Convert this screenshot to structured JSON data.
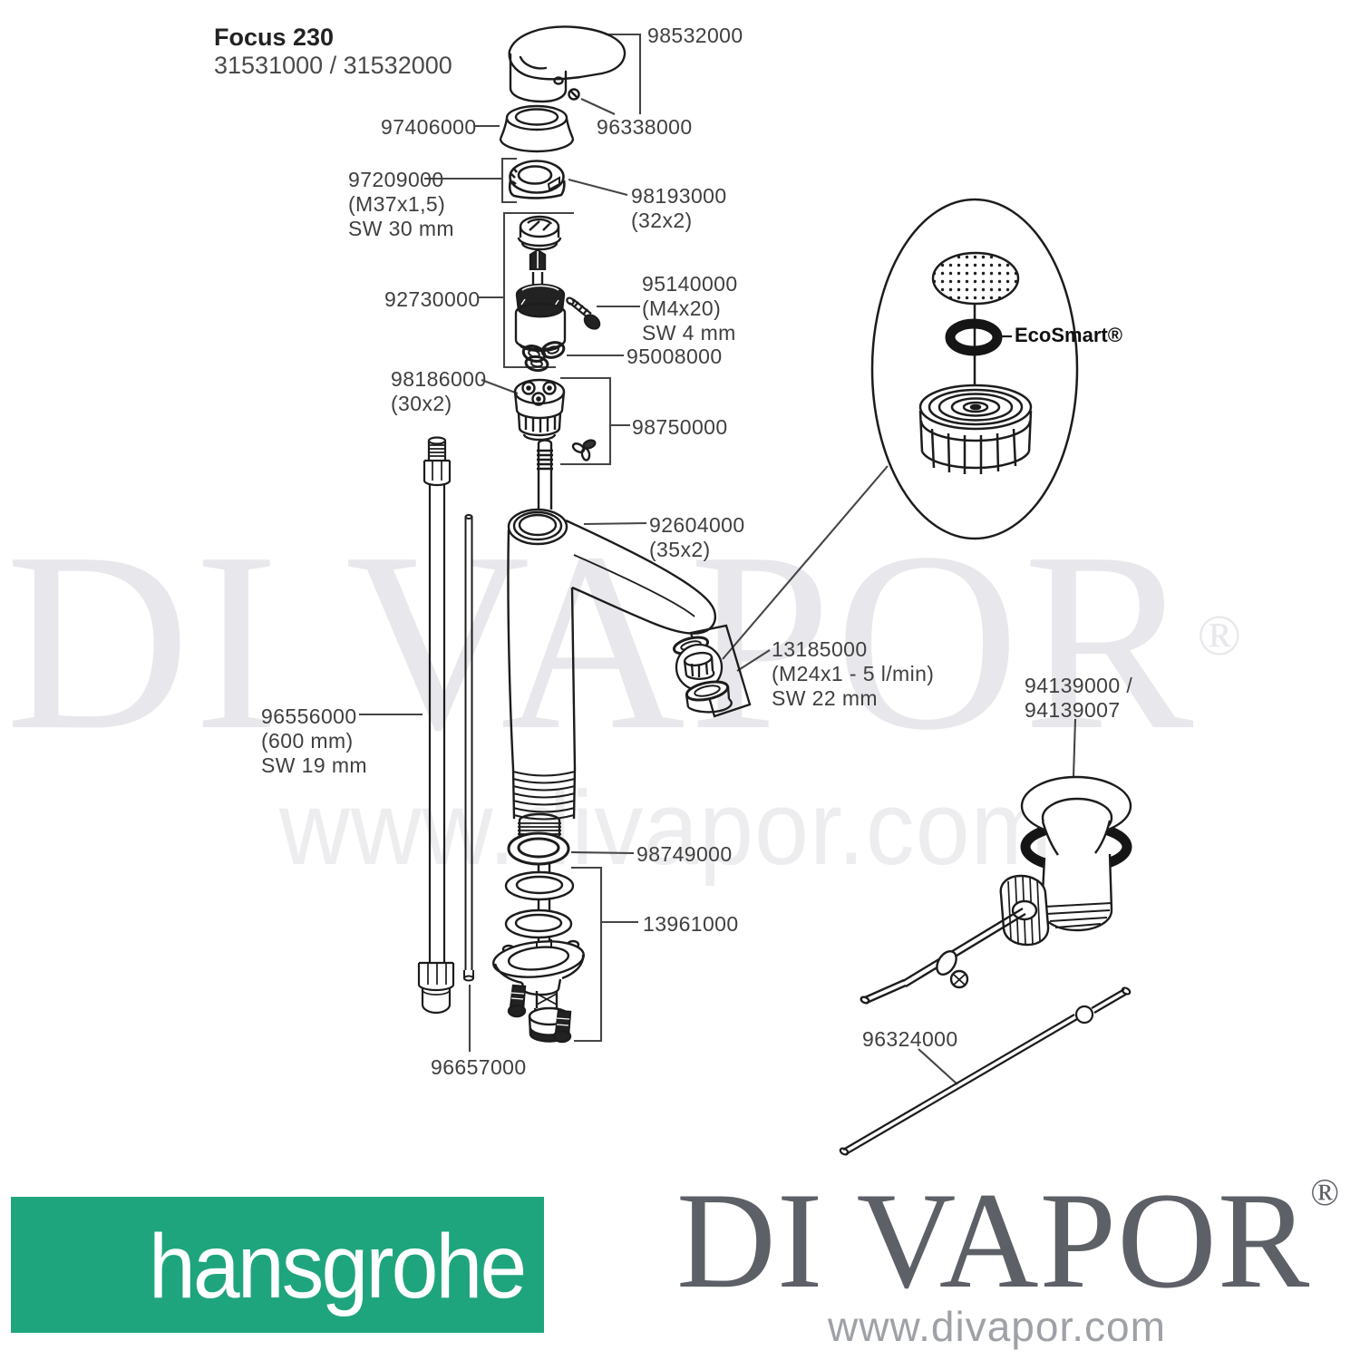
{
  "title": {
    "product": "Focus 230",
    "codes": "31531000 / 31532000"
  },
  "labels": {
    "l98532000": [
      "98532000"
    ],
    "l96338000": [
      "96338000"
    ],
    "l97406000": [
      "97406000"
    ],
    "l97209000": [
      "97209000",
      "(M37x1,5)",
      "SW 30 mm"
    ],
    "l98193000": [
      "98193000",
      "(32x2)"
    ],
    "l92730000": [
      "92730000"
    ],
    "l95140000": [
      "95140000",
      "(M4x20)",
      "SW 4 mm"
    ],
    "l95008000": [
      "95008000"
    ],
    "l98186000": [
      "98186000",
      "(30x2)"
    ],
    "l98750000": [
      "98750000"
    ],
    "l92604000": [
      "92604000",
      "(35x2)"
    ],
    "l13185000": [
      "13185000",
      "(M24x1 - 5 l/min)",
      "SW 22 mm"
    ],
    "l96556000": [
      "96556000",
      "(600 mm)",
      "SW 19 mm"
    ],
    "l98749000": [
      "98749000"
    ],
    "l13961000": [
      "13961000"
    ],
    "l96657000": [
      "96657000"
    ],
    "l94139000": [
      "94139000 /",
      "94139007"
    ],
    "l96324000": [
      "96324000"
    ]
  },
  "ecosmart_label": "EcoSmart®",
  "watermark": {
    "brand": "DI VAPOR",
    "reg": "®",
    "url": "www.divapor.com"
  },
  "branding": {
    "manufacturer_logo": "hansgrohe",
    "store_logo": "DI VAPOR",
    "store_reg": "®",
    "store_url": "www.divapor.com"
  },
  "colors": {
    "green": "#1FA57E",
    "line": "#1c1c1c",
    "label": "#3f3f3f",
    "wm": "#e8e8ec",
    "logo": "#5d6066"
  }
}
